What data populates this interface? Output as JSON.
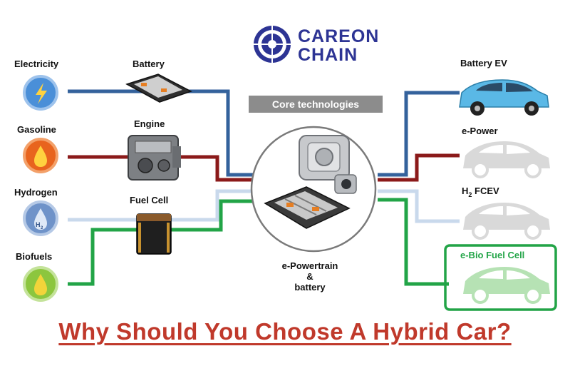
{
  "logo": {
    "line1": "CAREON",
    "line2": "CHAIN",
    "color": "#2d3494"
  },
  "core_label": "Core technologies",
  "center_caption": {
    "line1": "e-Powertrain",
    "line2": "&",
    "line3": "battery"
  },
  "sources": [
    {
      "label": "Electricity",
      "icon": "lightning-icon",
      "color": "#4a8fd8"
    },
    {
      "label": "Gasoline",
      "icon": "fuel-drop-icon",
      "color": "#e8641e"
    },
    {
      "label": "Hydrogen",
      "icon": "h2-drop-icon",
      "color": "#6f93c9",
      "subtext": "H2"
    },
    {
      "label": "Biofuels",
      "icon": "bio-drop-icon",
      "color": "#8cc63e"
    }
  ],
  "components": [
    {
      "label": "Battery",
      "icon": "battery-pack-icon"
    },
    {
      "label": "Engine",
      "icon": "engine-icon"
    },
    {
      "label": "Fuel Cell",
      "icon": "fuel-cell-icon"
    }
  ],
  "outputs": [
    {
      "label": "Battery EV",
      "icon": "blue-car-icon"
    },
    {
      "label": "e-Power",
      "icon": "car-silhouette-icon"
    },
    {
      "label_main": "H",
      "label_sub": "2",
      "label_rest": " FCEV",
      "icon": "car-silhouette-icon"
    },
    {
      "label": "e-Bio Fuel Cell",
      "icon": "green-car-icon",
      "highlight_color": "#22a447"
    }
  ],
  "line_colors": {
    "electricity": "#34629c",
    "gasoline": "#8b1a1a",
    "hydrogen": "#c9d9ec",
    "biofuel": "#22a447"
  },
  "headline": "Why Should You Choose A Hybrid Car?"
}
